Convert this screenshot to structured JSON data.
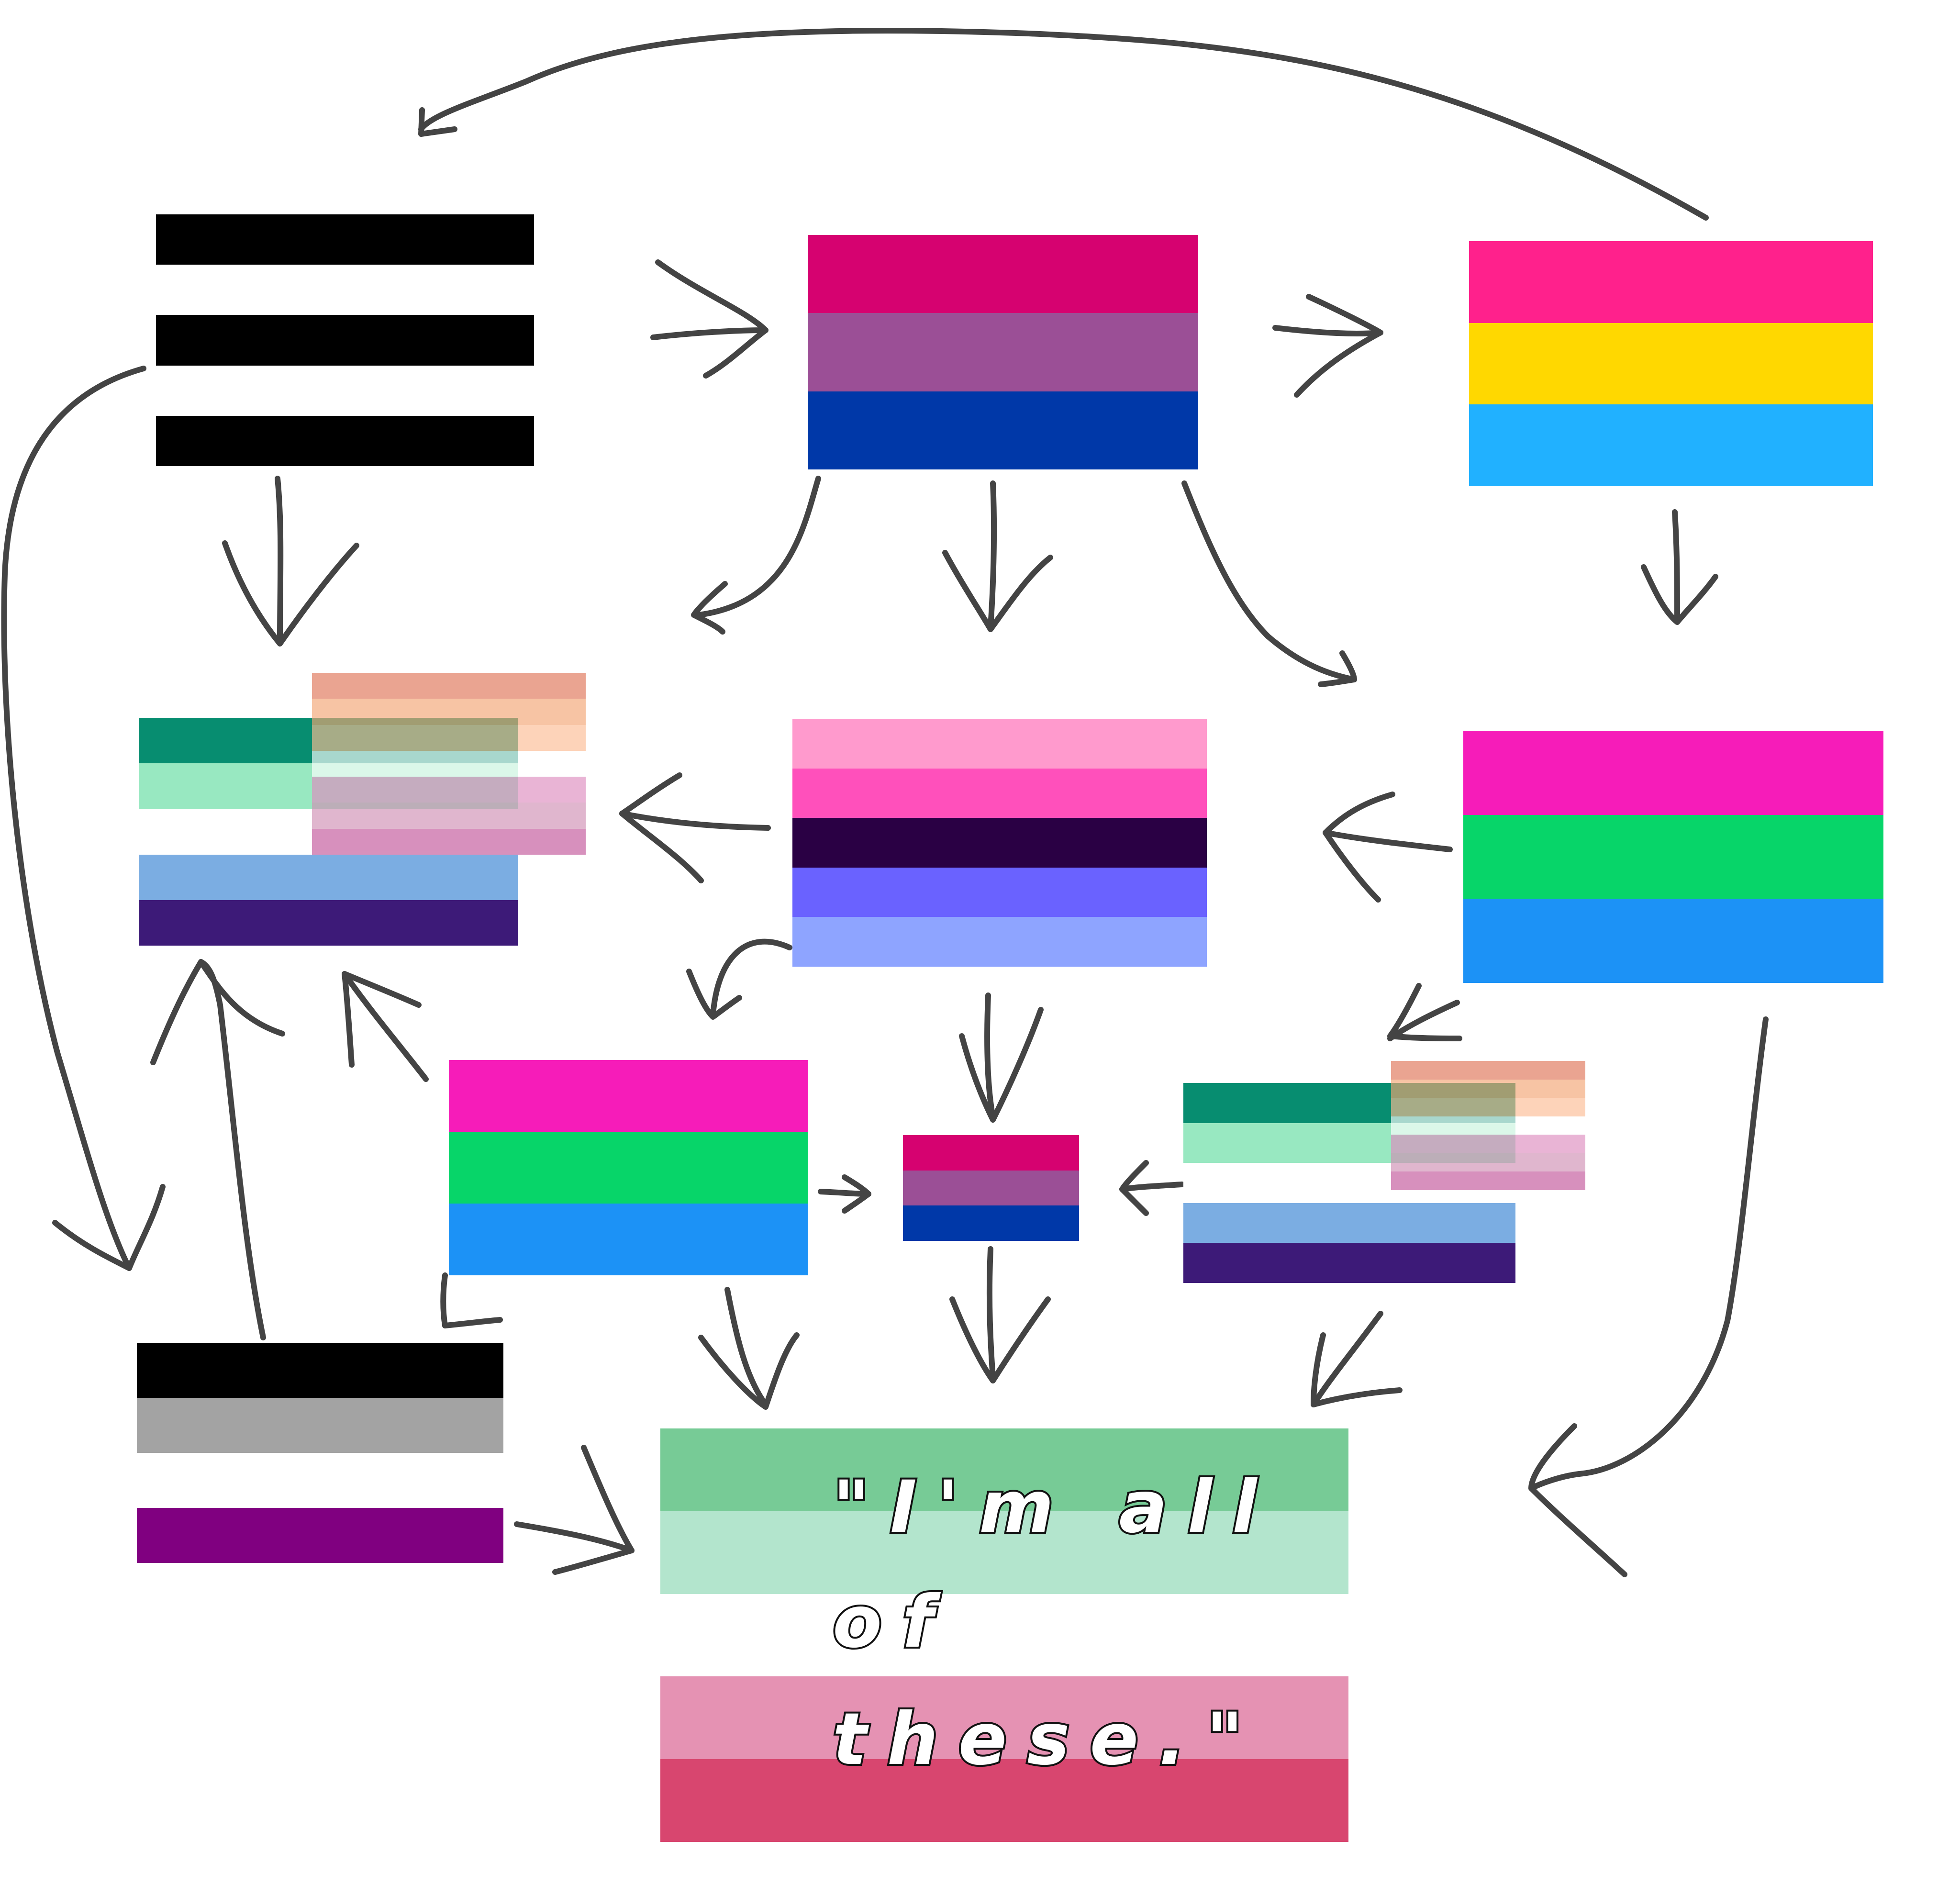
{
  "caption": {
    "line1": "\"I'm all",
    "line2": "of",
    "line3": "these.\""
  },
  "colors": {
    "arrow": "#444444",
    "caption_fill": "#ffffff",
    "caption_stroke": "#111111"
  },
  "flags": {
    "straight": [
      "#000000",
      "#ffffff",
      "#000000",
      "#ffffff",
      "#000000"
    ],
    "bisexual": [
      "#d60270",
      "#9b4f96",
      "#0038a8"
    ],
    "pansexual": [
      "#ff218c",
      "#ffd800",
      "#21b1ff"
    ],
    "polysexual": [
      "#f61cb9",
      "#07d569",
      "#1c92f6"
    ],
    "genderfluid": [
      "#ff9acd",
      "#ff50bb",
      "#2a0044",
      "#6a62ff",
      "#8ea4ff"
    ],
    "asexual": [
      "#000000",
      "#a3a3a3",
      "#ffffff",
      "#800080"
    ],
    "mlm": [
      "#078d70",
      "#98e8c1",
      "#ffffff",
      "#7bade2",
      "#3d1a78"
    ],
    "wlw": [
      "#e07457",
      "#f4a674",
      "#fdbd94",
      "#ffffff",
      "#de8dbf",
      "#d090b4",
      "#c2569a"
    ],
    "bi_lesbian": [
      "#77cb96",
      "#b3e5cd",
      "#ffffff",
      "#e592b3",
      "#d8466f"
    ]
  }
}
